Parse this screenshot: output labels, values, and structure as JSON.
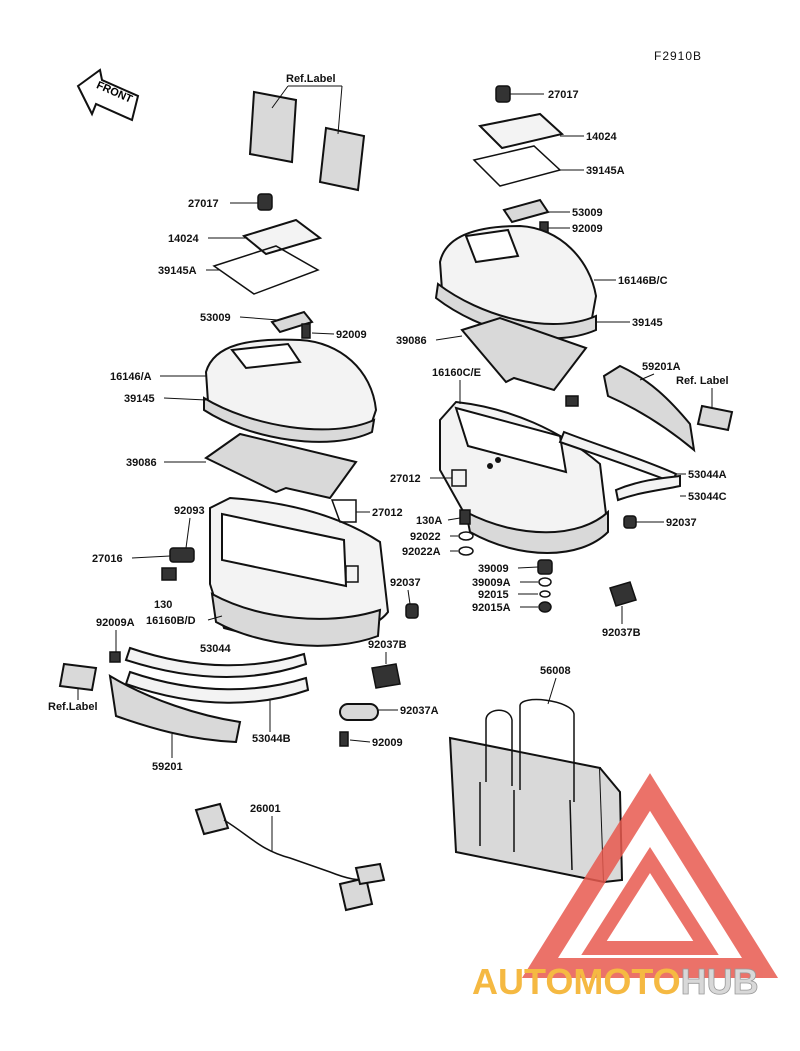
{
  "diagram": {
    "code": "F2910B",
    "front_label": "FRONT",
    "labels": {
      "ref_label_top": "Ref.Label",
      "p27017_left": "27017",
      "p14024_left": "14024",
      "p39145a_left": "39145A",
      "p53009_left": "53009",
      "p92009_left": "92009",
      "p16146a": "16146/A",
      "p39145_left": "39145",
      "p39086_left": "39086",
      "p92093": "92093",
      "p27012_left": "27012",
      "p27016": "27016",
      "p130": "130",
      "p16160bd": "16160B/D",
      "p92037_left": "92037",
      "p92009a": "92009A",
      "p53044": "53044",
      "ref_label_bottom": "Ref.Label",
      "p53044b": "53044B",
      "p59201_left": "59201",
      "p92037b_mid": "92037B",
      "p92037a": "92037A",
      "p92009_bottom": "92009",
      "p26001": "26001",
      "p27017_right": "27017",
      "p14024_right": "14024",
      "p39145a_right": "39145A",
      "p53009_right": "53009",
      "p92009_right": "92009",
      "p16146bc": "16146B/C",
      "p39145_right": "39145",
      "p39086_right": "39086",
      "p16160ce": "16160C/E",
      "p59201a": "59201A",
      "ref_label_right": "Ref. Label",
      "p27012_right": "27012",
      "p53044a": "53044A",
      "p53044c": "53044C",
      "p130a": "130A",
      "p92022": "92022",
      "p92022a": "92022A",
      "p92037_right": "92037",
      "p39009": "39009",
      "p39009a": "39009A",
      "p92015": "92015",
      "p92015a": "92015A",
      "p92037b_right": "92037B",
      "p56008": "56008"
    },
    "watermark": {
      "part1": "AUTOMOTO",
      "part2": "HUB",
      "color1": "#f5b942",
      "color2": "#d8d8d8",
      "logo_color": "#e85a4f"
    }
  }
}
